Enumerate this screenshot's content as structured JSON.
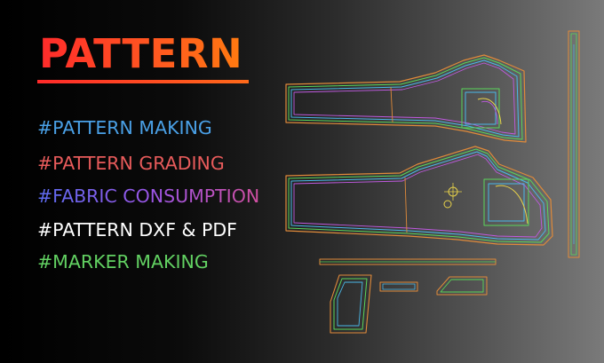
{
  "title": "PATTERN",
  "tags": [
    "#PATTERN MAKING",
    "#PATTERN GRADING",
    "#FABRIC CONSUMPTION",
    "#PATTERN DXF & PDF",
    "#MARKER MAKING"
  ],
  "colors": {
    "title": "#ff4a1f",
    "tag_making": "#4aa0e6",
    "tag_grading": "#e85b5b",
    "tag_consumption_start": "#5b6cf0",
    "tag_consumption_end": "#d04fa0",
    "tag_dxf": "#ffffff",
    "tag_marker": "#62d162",
    "pattern_lines": [
      "#e08a3a",
      "#5ad65a",
      "#4ab8e8",
      "#c05ae0",
      "#e8d24a"
    ]
  }
}
